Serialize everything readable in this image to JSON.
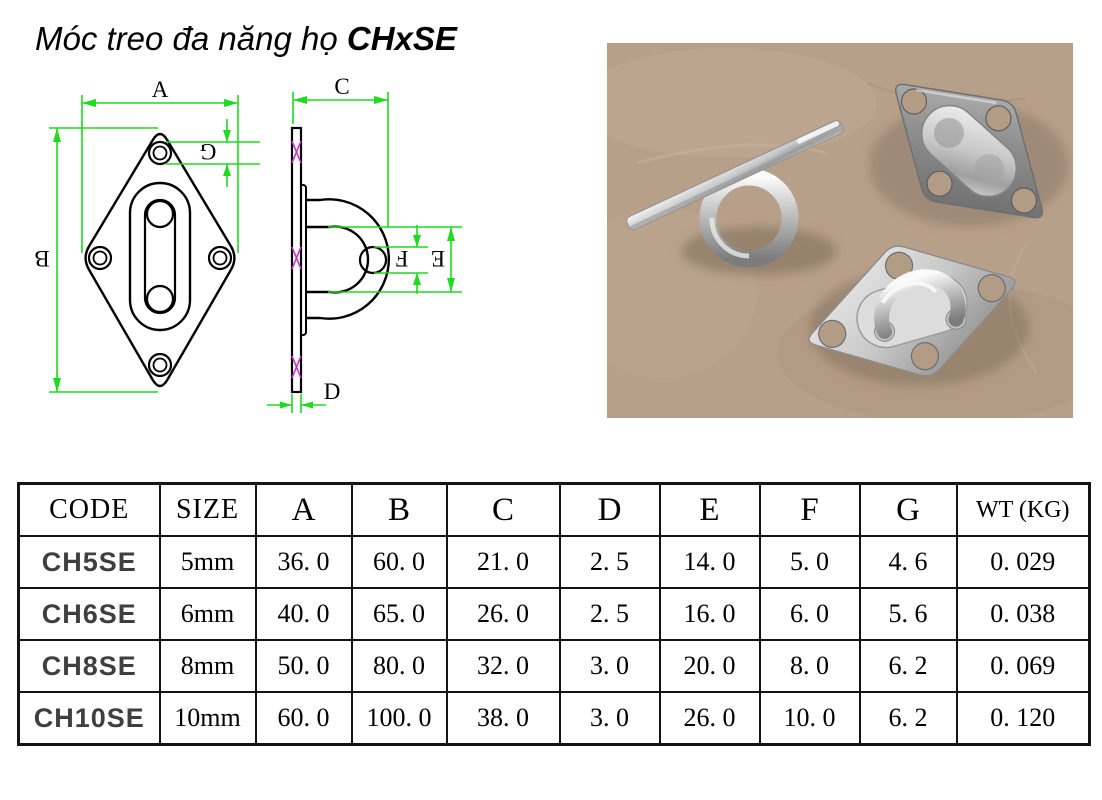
{
  "title": {
    "prefix": "Móc treo đa năng họ ",
    "family": "CHxSE"
  },
  "drawing": {
    "labels": {
      "a": "A",
      "b": "B",
      "c": "C",
      "d": "D",
      "e": "E",
      "f": "F",
      "g": "G"
    }
  },
  "colors": {
    "dimension_green": "#1ddb1d",
    "section_magenta": "#cc33cc",
    "outline_black": "#000000",
    "cardboard_brown": "#b7a089",
    "code_text_gray": "#3f3f3f"
  },
  "table": {
    "headers": [
      "CODE",
      "SIZE",
      "A",
      "B",
      "C",
      "D",
      "E",
      "F",
      "G",
      "WT (KG)"
    ],
    "rows": [
      {
        "cells": [
          "CH5SE",
          "5mm",
          "36. 0",
          "60. 0",
          "21. 0",
          "2. 5",
          "14. 0",
          "5. 0",
          "4. 6",
          "0. 029"
        ]
      },
      {
        "cells": [
          "CH6SE",
          "6mm",
          "40. 0",
          "65. 0",
          "26. 0",
          "2. 5",
          "16. 0",
          "6. 0",
          "5. 6",
          "0. 038"
        ]
      },
      {
        "cells": [
          "CH8SE",
          "8mm",
          "50. 0",
          "80. 0",
          "32. 0",
          "3. 0",
          "20. 0",
          "8. 0",
          "6. 2",
          "0. 069"
        ]
      },
      {
        "cells": [
          "CH10SE",
          "10mm",
          "60. 0",
          "100. 0",
          "38. 0",
          "3. 0",
          "26. 0",
          "10. 0",
          "6. 2",
          "0. 120"
        ]
      }
    ]
  }
}
